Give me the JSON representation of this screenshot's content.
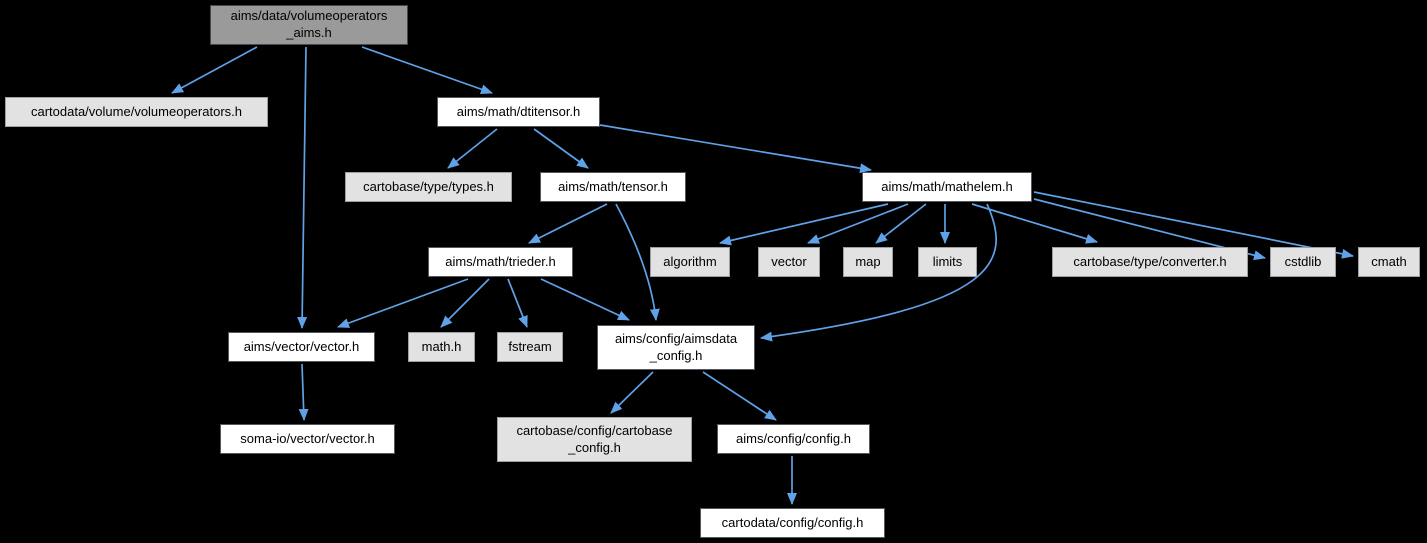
{
  "diagram": {
    "type": "include-dependency-graph",
    "colors": {
      "background": "#000000",
      "edge": "#5fa2e8",
      "node_white": "#ffffff",
      "node_gray": "#e2e2e2",
      "node_current": "#9a9a9a"
    },
    "nodes": [
      {
        "id": "volumeoperators_aims",
        "label": "aims/data/volumeoperators_aims.h",
        "lines": [
          "aims/data/volumeoperators",
          "_aims.h"
        ],
        "kind": "current"
      },
      {
        "id": "cartodata_volumeoperators",
        "label": "cartodata/volume/volumeoperators.h",
        "kind": "plain"
      },
      {
        "id": "dtitensor",
        "label": "aims/math/dtitensor.h",
        "kind": "linked"
      },
      {
        "id": "types",
        "label": "cartobase/type/types.h",
        "kind": "plain"
      },
      {
        "id": "tensor",
        "label": "aims/math/tensor.h",
        "kind": "linked"
      },
      {
        "id": "mathelem",
        "label": "aims/math/mathelem.h",
        "kind": "linked"
      },
      {
        "id": "trieder",
        "label": "aims/math/trieder.h",
        "kind": "linked"
      },
      {
        "id": "algorithm",
        "label": "algorithm",
        "kind": "plain"
      },
      {
        "id": "vector_std",
        "label": "vector",
        "kind": "plain"
      },
      {
        "id": "map",
        "label": "map",
        "kind": "plain"
      },
      {
        "id": "limits",
        "label": "limits",
        "kind": "plain"
      },
      {
        "id": "converter",
        "label": "cartobase/type/converter.h",
        "kind": "plain"
      },
      {
        "id": "cstdlib",
        "label": "cstdlib",
        "kind": "plain"
      },
      {
        "id": "cmath",
        "label": "cmath",
        "kind": "plain"
      },
      {
        "id": "aims_vector",
        "label": "aims/vector/vector.h",
        "kind": "linked"
      },
      {
        "id": "math_h",
        "label": "math.h",
        "kind": "plain"
      },
      {
        "id": "fstream",
        "label": "fstream",
        "kind": "plain"
      },
      {
        "id": "aimsdata_config",
        "label": "aims/config/aimsdata_config.h",
        "lines": [
          "aims/config/aimsdata",
          "_config.h"
        ],
        "kind": "linked"
      },
      {
        "id": "somaio_vector",
        "label": "soma-io/vector/vector.h",
        "kind": "linked"
      },
      {
        "id": "cartobase_config",
        "label": "cartobase/config/cartobase_config.h",
        "lines": [
          "cartobase/config/cartobase",
          "_config.h"
        ],
        "kind": "plain"
      },
      {
        "id": "aims_config",
        "label": "aims/config/config.h",
        "kind": "linked"
      },
      {
        "id": "cartodata_config",
        "label": "cartodata/config/config.h",
        "kind": "linked"
      }
    ],
    "edges": [
      {
        "from": "volumeoperators_aims",
        "to": "cartodata_volumeoperators"
      },
      {
        "from": "volumeoperators_aims",
        "to": "dtitensor"
      },
      {
        "from": "volumeoperators_aims",
        "to": "aims_vector"
      },
      {
        "from": "dtitensor",
        "to": "types"
      },
      {
        "from": "dtitensor",
        "to": "tensor"
      },
      {
        "from": "dtitensor",
        "to": "mathelem"
      },
      {
        "from": "tensor",
        "to": "trieder"
      },
      {
        "from": "tensor",
        "to": "aimsdata_config"
      },
      {
        "from": "trieder",
        "to": "aims_vector"
      },
      {
        "from": "trieder",
        "to": "math_h"
      },
      {
        "from": "trieder",
        "to": "fstream"
      },
      {
        "from": "trieder",
        "to": "aimsdata_config"
      },
      {
        "from": "mathelem",
        "to": "algorithm"
      },
      {
        "from": "mathelem",
        "to": "vector_std"
      },
      {
        "from": "mathelem",
        "to": "map"
      },
      {
        "from": "mathelem",
        "to": "limits"
      },
      {
        "from": "mathelem",
        "to": "converter"
      },
      {
        "from": "mathelem",
        "to": "cstdlib"
      },
      {
        "from": "mathelem",
        "to": "cmath"
      },
      {
        "from": "mathelem",
        "to": "aimsdata_config"
      },
      {
        "from": "aims_vector",
        "to": "somaio_vector"
      },
      {
        "from": "aimsdata_config",
        "to": "cartobase_config"
      },
      {
        "from": "aimsdata_config",
        "to": "aims_config"
      },
      {
        "from": "aims_config",
        "to": "cartodata_config"
      }
    ]
  }
}
